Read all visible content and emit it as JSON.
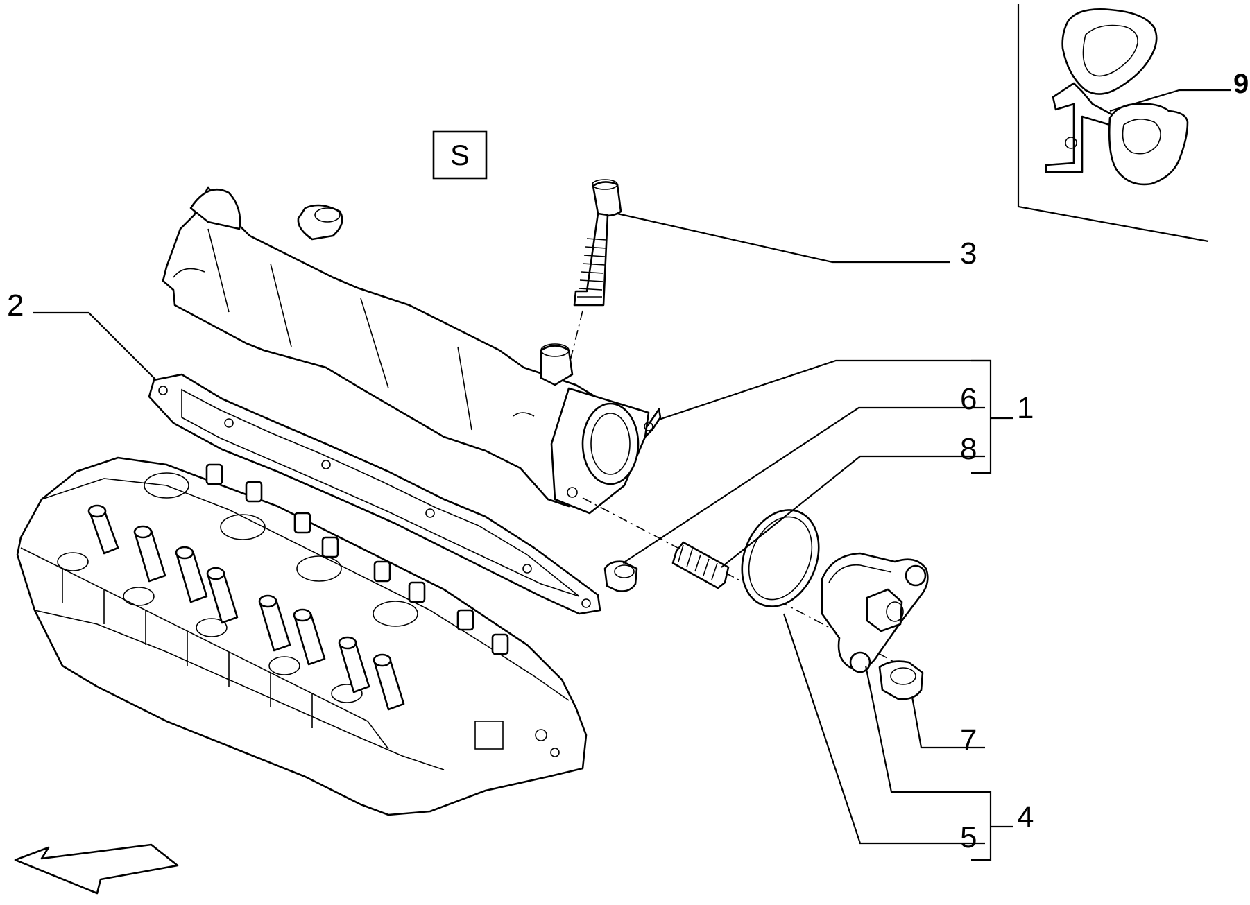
{
  "section_marker": "S",
  "callouts": {
    "c1": "1",
    "c2": "2",
    "c3": "3",
    "c4": "4",
    "c5": "5",
    "c6": "6",
    "c7": "7",
    "c8": "8",
    "c9": "9"
  },
  "parts": [
    {
      "ref": "1",
      "name": "valve-cover"
    },
    {
      "ref": "2",
      "name": "cover-gasket"
    },
    {
      "ref": "3",
      "name": "bolt"
    },
    {
      "ref": "4",
      "name": "thermostat-assembly"
    },
    {
      "ref": "5",
      "name": "o-ring-seal"
    },
    {
      "ref": "6",
      "name": "plug"
    },
    {
      "ref": "7",
      "name": "nut"
    },
    {
      "ref": "8",
      "name": "stud"
    },
    {
      "ref": "9",
      "name": "bracket"
    }
  ],
  "icons": {
    "direction_arrow": "front-direction-arrow-icon"
  }
}
